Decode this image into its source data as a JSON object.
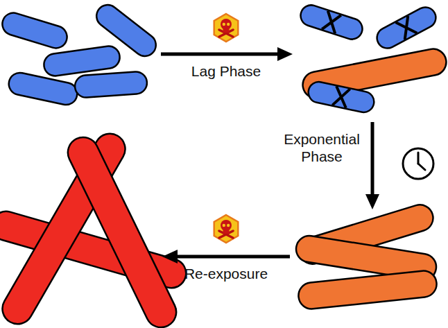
{
  "diagram": {
    "labels": [
      "Lag Phase",
      "Exponential Phase",
      "Re-exposure"
    ]
  }
}
